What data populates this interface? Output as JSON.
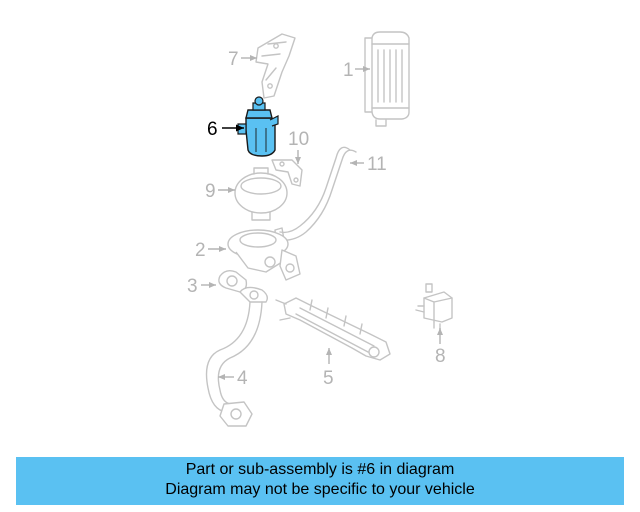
{
  "labels": {
    "p1": "1",
    "p2": "2",
    "p3": "3",
    "p4": "4",
    "p5": "5",
    "p6": "6",
    "p7": "7",
    "p8": "8",
    "p9": "9",
    "p10": "10",
    "p11": "11"
  },
  "highlight": {
    "part": "6",
    "color": "#5ac1f2"
  },
  "banner": {
    "line1": "Part or sub-assembly is #6 in diagram",
    "line2": "Diagram may not be specific to your vehicle"
  }
}
